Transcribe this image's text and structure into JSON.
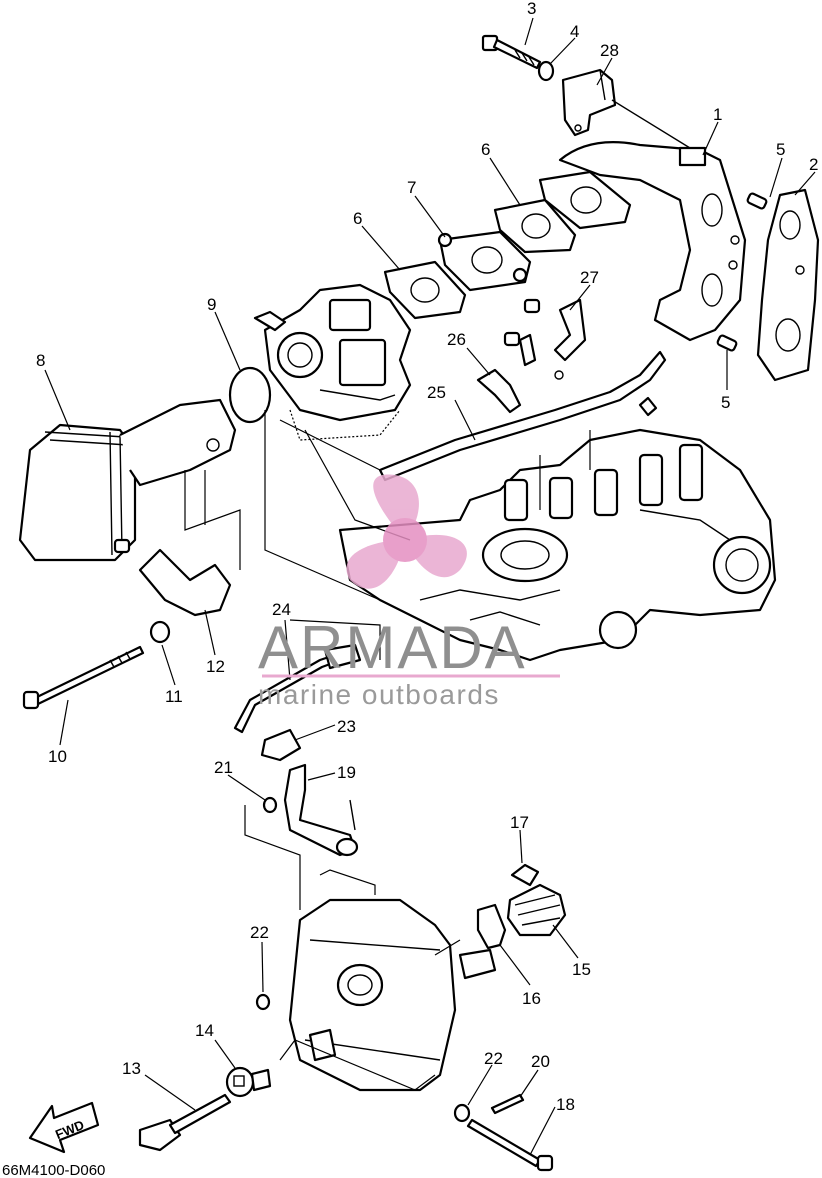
{
  "diagram": {
    "code": "66M4100-D060",
    "fwd_label": "FWD",
    "callouts": [
      {
        "id": "c1",
        "label": "1"
      },
      {
        "id": "c2",
        "label": "2"
      },
      {
        "id": "c3",
        "label": "3"
      },
      {
        "id": "c4",
        "label": "4"
      },
      {
        "id": "c5a",
        "label": "5"
      },
      {
        "id": "c5b",
        "label": "5"
      },
      {
        "id": "c6a",
        "label": "6"
      },
      {
        "id": "c6b",
        "label": "6"
      },
      {
        "id": "c7",
        "label": "7"
      },
      {
        "id": "c8",
        "label": "8"
      },
      {
        "id": "c9",
        "label": "9"
      },
      {
        "id": "c10",
        "label": "10"
      },
      {
        "id": "c11",
        "label": "11"
      },
      {
        "id": "c12",
        "label": "12"
      },
      {
        "id": "c13",
        "label": "13"
      },
      {
        "id": "c14",
        "label": "14"
      },
      {
        "id": "c15",
        "label": "15"
      },
      {
        "id": "c16",
        "label": "16"
      },
      {
        "id": "c17",
        "label": "17"
      },
      {
        "id": "c18",
        "label": "18"
      },
      {
        "id": "c19",
        "label": "19"
      },
      {
        "id": "c20",
        "label": "20"
      },
      {
        "id": "c21",
        "label": "21"
      },
      {
        "id": "c22a",
        "label": "22"
      },
      {
        "id": "c22b",
        "label": "22"
      },
      {
        "id": "c23",
        "label": "23"
      },
      {
        "id": "c24",
        "label": "24"
      },
      {
        "id": "c25",
        "label": "25"
      },
      {
        "id": "c26",
        "label": "26"
      },
      {
        "id": "c27",
        "label": "27"
      },
      {
        "id": "c28",
        "label": "28"
      }
    ]
  },
  "watermark": {
    "brand": "ARMADA",
    "tagline": "marine outboards",
    "colors": {
      "pink": "#e8a9cf",
      "gray": "#8f8f8f"
    }
  }
}
